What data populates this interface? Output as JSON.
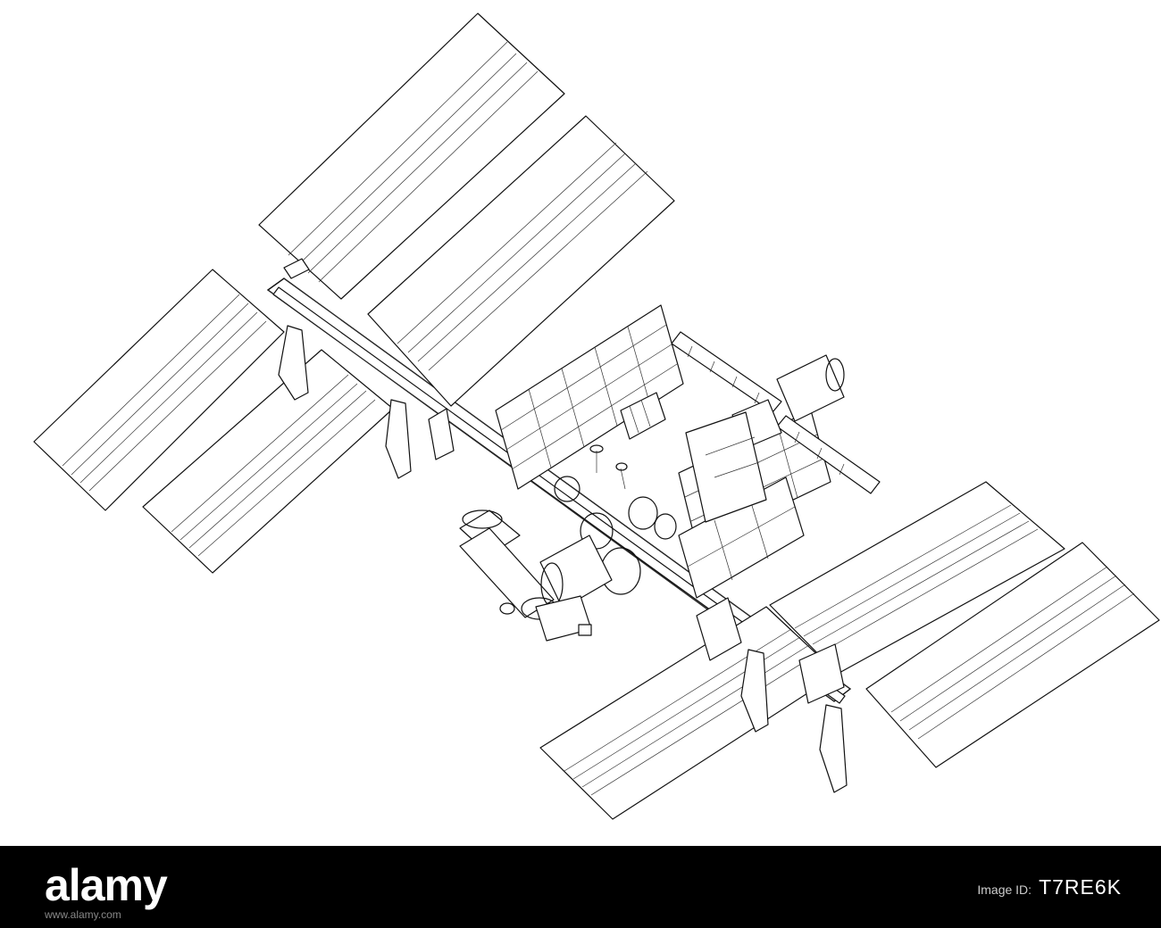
{
  "image": {
    "subject": "isometric wireframe line drawing of the International Space Station",
    "style": "black outlines on white",
    "colors": {
      "background": "#ffffff",
      "line": "#111111",
      "banner": "#000000",
      "banner_text": "#ffffff"
    }
  },
  "watermark": {
    "brand": "alamy",
    "image_id_label": "Image ID:",
    "image_id": "T7RE6K",
    "site": "www.alamy.com"
  }
}
